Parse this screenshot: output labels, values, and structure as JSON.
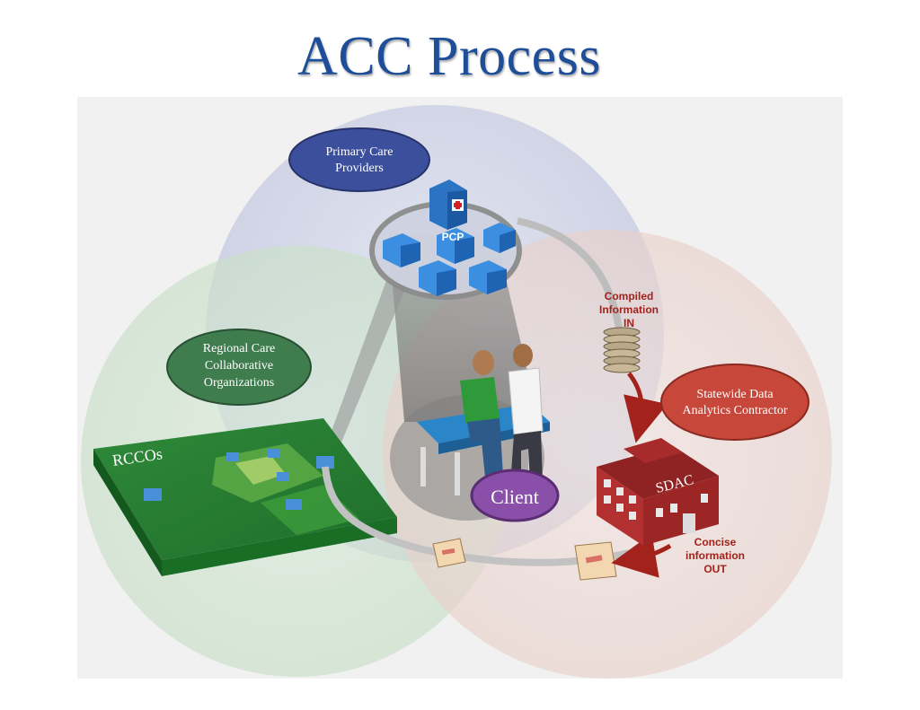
{
  "title": "ACC Process",
  "groups": {
    "pcp": {
      "line1": "Primary Care",
      "line2": "Providers",
      "color": "#3b4f9c"
    },
    "rcco": {
      "line1": "Regional Care",
      "line2": "Collaborative",
      "line3": "Organizations",
      "color": "#3f7d4f"
    },
    "sdac": {
      "line1": "Statewide Data",
      "line2": "Analytics Contractor",
      "color": "#c7473a"
    }
  },
  "map_label": "RCCOs",
  "hub_label": "PCP",
  "client_label": "Client",
  "sdac_building_label": "SDAC",
  "flow_in": {
    "line1": "Compiled",
    "line2": "Information",
    "line3": "IN",
    "color": "#a3221b"
  },
  "flow_out": {
    "line1": "Concise",
    "line2": "information",
    "line3": "OUT",
    "color": "#a3221b"
  },
  "circle_colors": {
    "blue": "#c9cde3",
    "green": "#cfe3cf",
    "red": "#ecd6d0"
  }
}
